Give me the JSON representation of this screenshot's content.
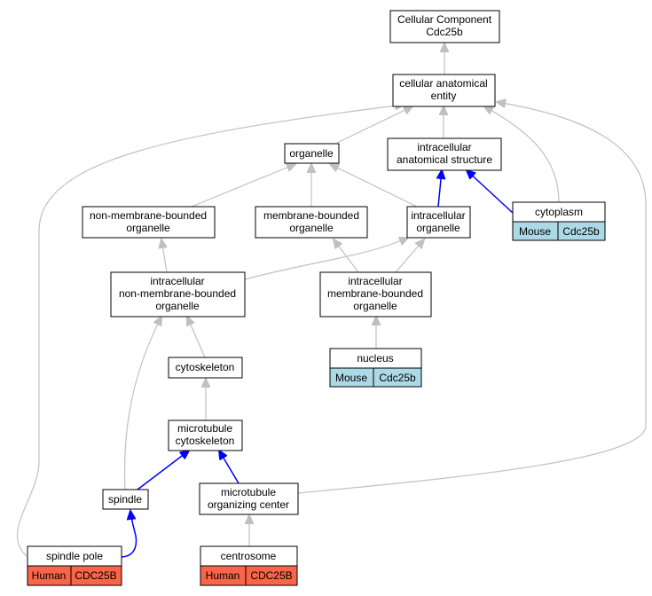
{
  "colors": {
    "mouse_cell": "#add8e6",
    "human_cell": "#fa6448",
    "inferred_edge": "#c0c0c0",
    "direct_edge": "#0000ff"
  },
  "nodes": {
    "root": {
      "lines": [
        "Cellular Component",
        "Cdc25b"
      ]
    },
    "cae": {
      "lines": [
        "cellular anatomical",
        "entity"
      ]
    },
    "organelle": {
      "lines": [
        "organelle"
      ]
    },
    "ias": {
      "lines": [
        "intracellular",
        "anatomical structure"
      ]
    },
    "nmbo": {
      "lines": [
        "non-membrane-bounded",
        "organelle"
      ]
    },
    "mbo": {
      "lines": [
        "membrane-bounded",
        "organelle"
      ]
    },
    "io": {
      "lines": [
        "intracellular",
        "organelle"
      ]
    },
    "cytoplasm": {
      "lines": [
        "cytoplasm"
      ],
      "species": "Mouse",
      "gene": "Cdc25b"
    },
    "inmbo": {
      "lines": [
        "intracellular",
        "non-membrane-bounded",
        "organelle"
      ]
    },
    "imbo": {
      "lines": [
        "intracellular",
        "membrane-bounded",
        "organelle"
      ]
    },
    "nucleus": {
      "lines": [
        "nucleus"
      ],
      "species": "Mouse",
      "gene": "Cdc25b"
    },
    "cytoskeleton": {
      "lines": [
        "cytoskeleton"
      ]
    },
    "mtcyto": {
      "lines": [
        "microtubule",
        "cytoskeleton"
      ]
    },
    "spindle": {
      "lines": [
        "spindle"
      ]
    },
    "mtoc": {
      "lines": [
        "microtubule",
        "organizing center"
      ]
    },
    "spole": {
      "lines": [
        "spindle pole"
      ],
      "species": "Human",
      "gene": "CDC25B"
    },
    "centrosome": {
      "lines": [
        "centrosome"
      ],
      "species": "Human",
      "gene": "CDC25B"
    }
  }
}
